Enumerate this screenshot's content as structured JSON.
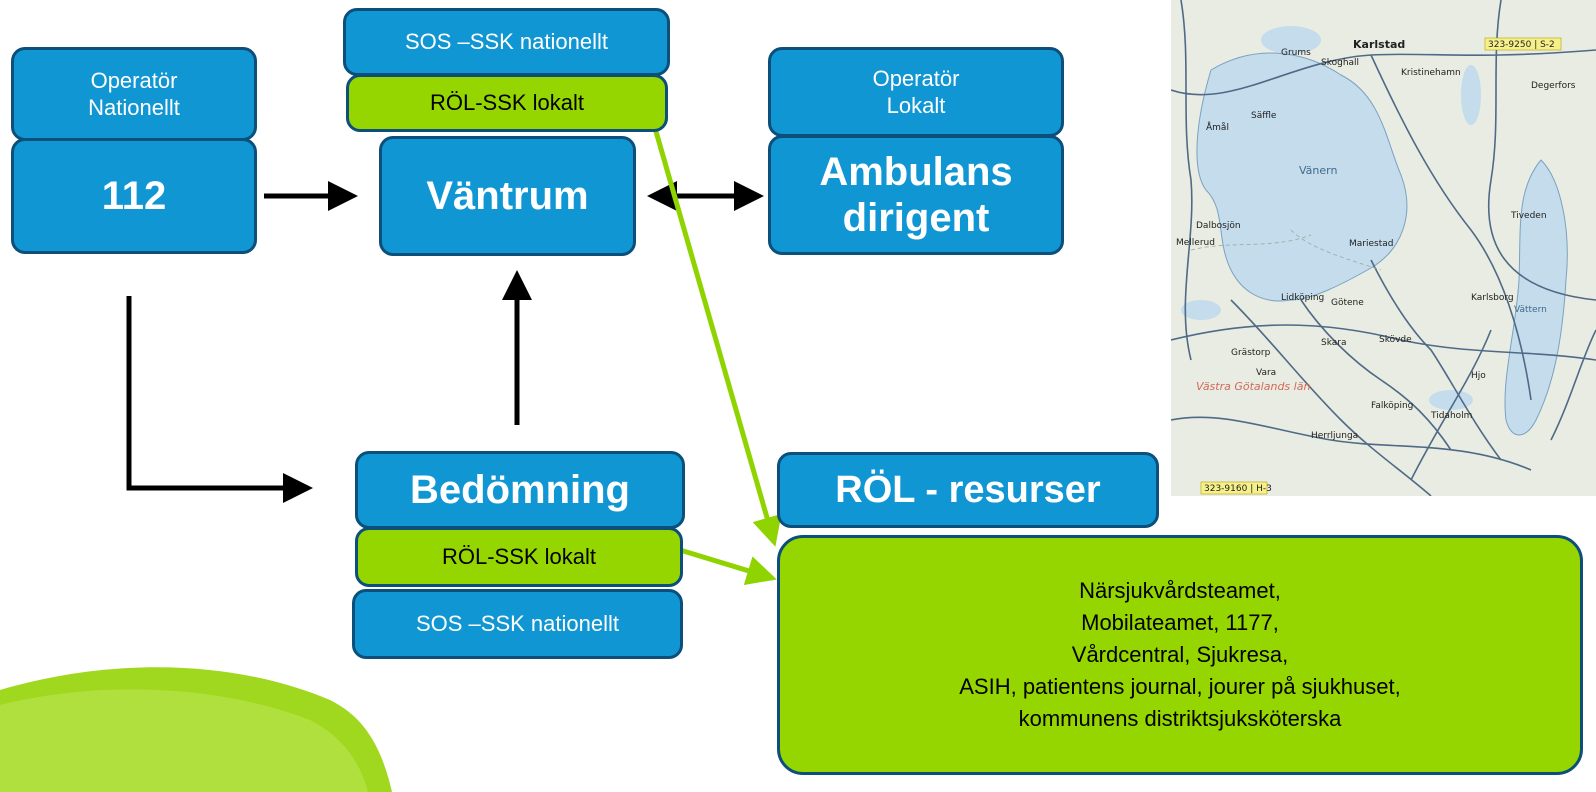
{
  "colors": {
    "blue": "#1196d4",
    "border": "#0b4f7a",
    "green": "#95d600",
    "arrow": "#000000",
    "green_arrow": "#8fd400"
  },
  "nodes": {
    "operator_national": "Operatör\nNationellt",
    "n112": "112",
    "sos_top": "SOS –SSK nationellt",
    "rol_top": "RÖL-SSK lokalt",
    "vantrum": "Väntrum",
    "operator_local": "Operatör\nLokalt",
    "ambulans": "Ambulans\ndirigent",
    "bedomning": "Bedömning",
    "rol_bottom": "RÖL-SSK lokalt",
    "sos_bottom": "SOS –SSK nationellt",
    "rol_resurser": "RÖL - resurser",
    "resources_list": "Närsjukvårdsteamet,\nMobilateamet, 1177,\nVårdcentral, Sjukresa,\nASIH, patientens journal, jourer på sjukhuset,\nkommunens distriktsjuksköterska"
  },
  "map": {
    "labels": {
      "karlstad": "Karlstad",
      "kristinehamn": "Kristinehamn",
      "degerfors": "Degerfors",
      "grums": "Grums",
      "skoghall": "Skoghall",
      "vaner": "Vänern",
      "mariestad": "Mariestad",
      "lidkoping": "Lidköping",
      "skovde": "Skövde",
      "skara": "Skara",
      "vattern": "Vättern",
      "tiveden": "Tiveden",
      "karlsborg": "Karlsborg",
      "gotene": "Götene",
      "falkoping": "Falköping",
      "herrljunga": "Herrljunga",
      "tidaholm": "Tidaholm",
      "hjo": "Hjo",
      "vara": "Vara",
      "grastorp": "Grästorp",
      "amal": "Åmål",
      "saffle": "Säffle",
      "dalbosjon": "Dalbosjön",
      "mellerud": "Mellerud",
      "region": "Västra Götalands län",
      "code1": "323-9250 | S-2",
      "code2": "323-9160 | H-3"
    }
  }
}
